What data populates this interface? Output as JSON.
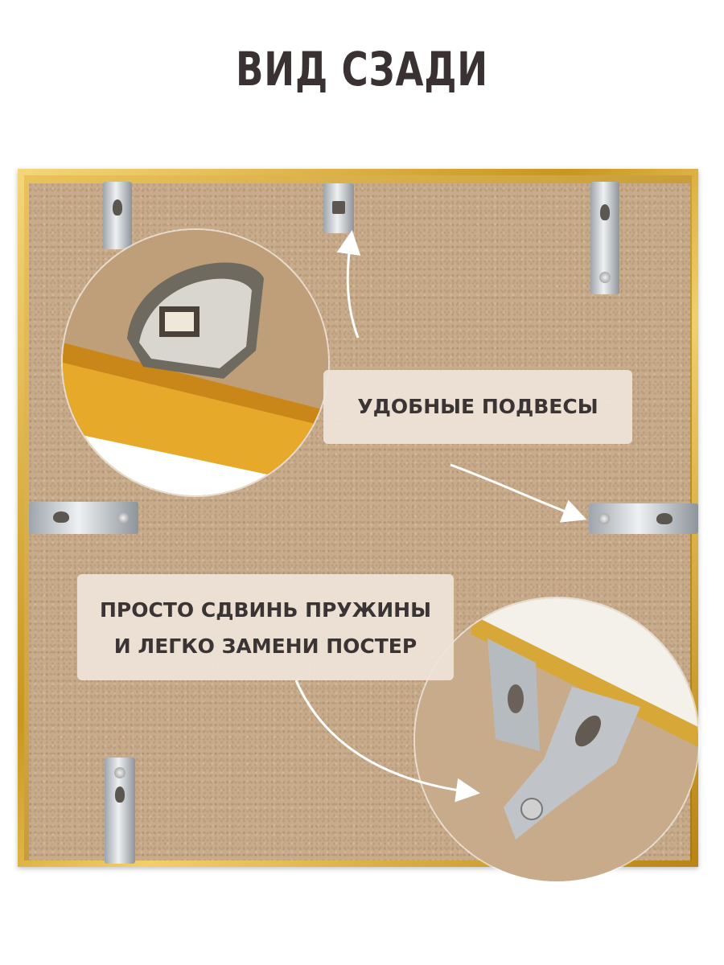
{
  "title": "ВИД СЗАДИ",
  "callouts": {
    "hangers": "УДОБНЫЕ ПОДВЕСЫ",
    "springs_line1": "ПРОСТО СДВИНЬ ПРУЖИНЫ",
    "springs_line2": "И ЛЕГКО ЗАМЕНИ ПОСТЕР"
  },
  "colors": {
    "frame": "#d4a52a",
    "board": "#c8ab8b",
    "label_bg": "#eee4d8",
    "text": "#3a3232"
  }
}
